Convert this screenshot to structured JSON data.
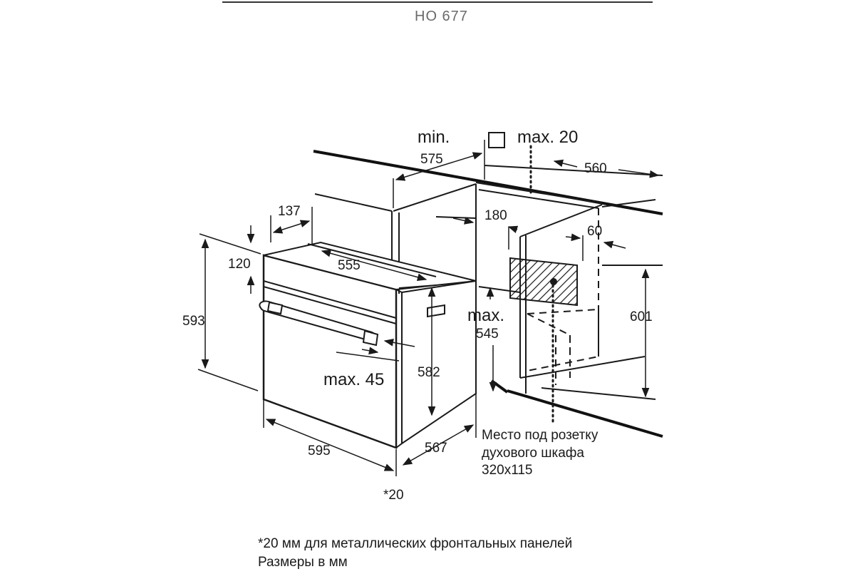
{
  "header": {
    "model": "HO 677"
  },
  "dimensions": {
    "min_label": "min.",
    "min_value": "575",
    "max_top": "max. 20",
    "depth_cabinet": "560",
    "d137": "137",
    "d180": "180",
    "d60": "60",
    "d120": "120",
    "d555": "555",
    "d593": "593",
    "d601": "601",
    "max_label": "max.",
    "max_value": "545",
    "max45": "max. 45",
    "d582": "582",
    "d595": "595",
    "d567": "567",
    "star20": "*20"
  },
  "socket_note": {
    "line1": "Место под розетку",
    "line2": "духового шкафа",
    "line3": "320x115"
  },
  "footer": {
    "note": "*20 мм для металлических фронтальных панелей",
    "units": "Размеры в мм"
  }
}
